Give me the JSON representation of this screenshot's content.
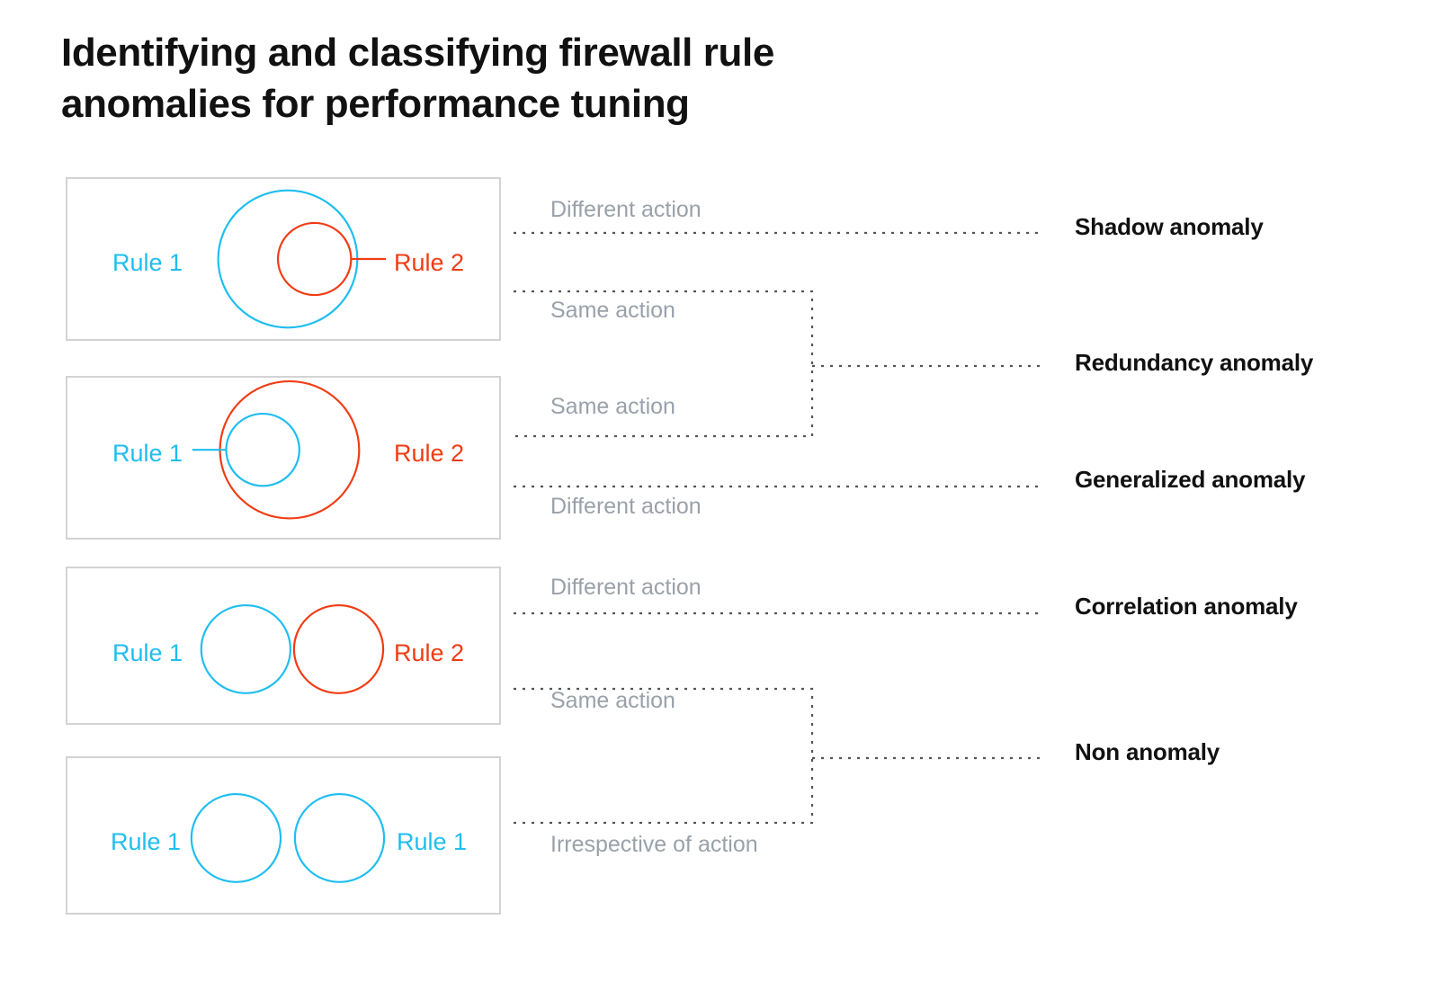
{
  "page": {
    "title": "Identifying and classifying firewall rule\nanomalies for performance tuning",
    "background_color": "#ffffff"
  },
  "colors": {
    "rule1_blue": "#1FBEF0",
    "rule2_red": "#F03C14",
    "box_border": "#d3d3d3",
    "connector_grey": "#666666",
    "action_text_grey": "#9AA1A9",
    "anomaly_text_black": "#111111"
  },
  "diagram": {
    "boxes": [
      {
        "id": "box-shadow-generalized",
        "relation": "rule2-contained-in-rule1",
        "left_label": "Rule 1",
        "left_label_color": "blue",
        "right_label": "Rule 2",
        "right_label_color": "red",
        "leader_line": "red-from-inner-circle-to-right-label"
      },
      {
        "id": "box-redundancy",
        "relation": "rule1-contained-in-rule2",
        "left_label": "Rule 1",
        "left_label_color": "blue",
        "right_label": "Rule 2",
        "right_label_color": "red",
        "leader_line": "blue-from-left-label-to-inner-circle"
      },
      {
        "id": "box-correlation",
        "relation": "rule1-adjacent-rule2",
        "left_label": "Rule 1",
        "left_label_color": "blue",
        "right_label": "Rule 2",
        "right_label_color": "red",
        "leader_line": "none"
      },
      {
        "id": "box-non-anomaly",
        "relation": "rule1-disjoint-rule1",
        "left_label": "Rule 1",
        "left_label_color": "blue",
        "right_label": "Rule 1",
        "right_label_color": "blue",
        "leader_line": "none"
      }
    ],
    "action_labels": [
      {
        "id": "act-1",
        "text": "Different action"
      },
      {
        "id": "act-2",
        "text": "Same action"
      },
      {
        "id": "act-3",
        "text": "Same action"
      },
      {
        "id": "act-4",
        "text": "Different action"
      },
      {
        "id": "act-5",
        "text": "Different action"
      },
      {
        "id": "act-6",
        "text": "Same action"
      },
      {
        "id": "act-7",
        "text": "Irrespective of action"
      }
    ],
    "anomaly_labels": [
      {
        "id": "anom-shadow",
        "text": "Shadow anomaly"
      },
      {
        "id": "anom-redundancy",
        "text": "Redundancy anomaly"
      },
      {
        "id": "anom-generalized",
        "text": "Generalized anomaly"
      },
      {
        "id": "anom-correlation",
        "text": "Correlation anomaly"
      },
      {
        "id": "anom-non",
        "text": "Non anomaly"
      }
    ],
    "mapping": [
      {
        "from_box": "box-shadow-generalized",
        "action": "Different action",
        "result": "Shadow anomaly"
      },
      {
        "from_box": "box-shadow-generalized",
        "action": "Same action",
        "result": "Redundancy anomaly"
      },
      {
        "from_box": "box-redundancy",
        "action": "Same action",
        "result": "Redundancy anomaly"
      },
      {
        "from_box": "box-redundancy",
        "action": "Different action",
        "result": "Generalized anomaly"
      },
      {
        "from_box": "box-correlation",
        "action": "Different action",
        "result": "Correlation anomaly"
      },
      {
        "from_box": "box-correlation",
        "action": "Same action",
        "result": "Non anomaly"
      },
      {
        "from_box": "box-non-anomaly",
        "action": "Irrespective of action",
        "result": "Non anomaly"
      }
    ]
  }
}
